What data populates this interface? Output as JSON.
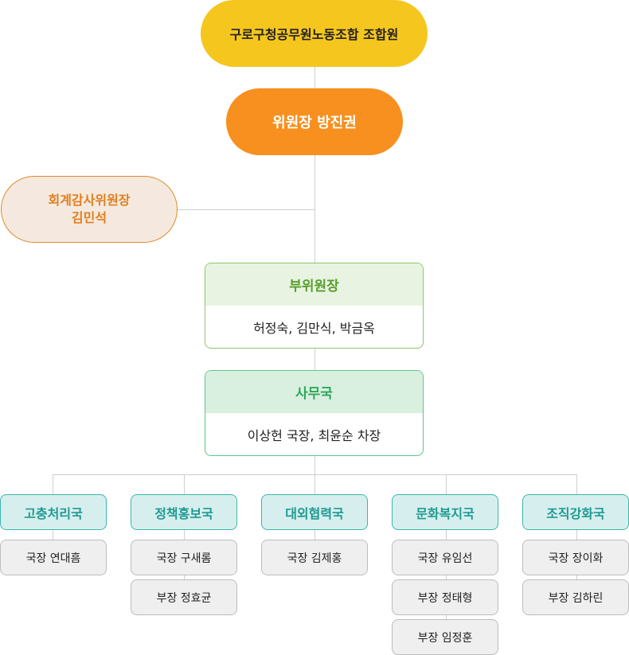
{
  "union": {
    "title": "구로구청공무원노동조합 조합원"
  },
  "chairman": {
    "title": "위원장 방진권"
  },
  "audit": {
    "title": "회계감사위원장",
    "name": "김민석"
  },
  "vice": {
    "title": "부위원장",
    "members": "허정숙, 김만식, 박금옥"
  },
  "office": {
    "title": "사무국",
    "members": "이상헌 국장, 최윤순 차장"
  },
  "departments": [
    {
      "name": "고충처리국",
      "members": [
        "국장 연대흠"
      ]
    },
    {
      "name": "정책홍보국",
      "members": [
        "국장 구새롬",
        "부장 정효균"
      ]
    },
    {
      "name": "대외협력국",
      "members": [
        "국장 김제홍"
      ]
    },
    {
      "name": "문화복지국",
      "members": [
        "국장 유임선",
        "부장 정태형",
        "부장 임정훈"
      ]
    },
    {
      "name": "조직강화국",
      "members": [
        "국장 장이화",
        "부장 김하린"
      ]
    }
  ],
  "colors": {
    "union": "#f5c61e",
    "chairman": "#f7901e",
    "audit_bg": "#f5e9df",
    "audit_text": "#e07f1e",
    "vice": "#5a9e2e",
    "office": "#2fa85a",
    "dept": "#1f9a92"
  }
}
